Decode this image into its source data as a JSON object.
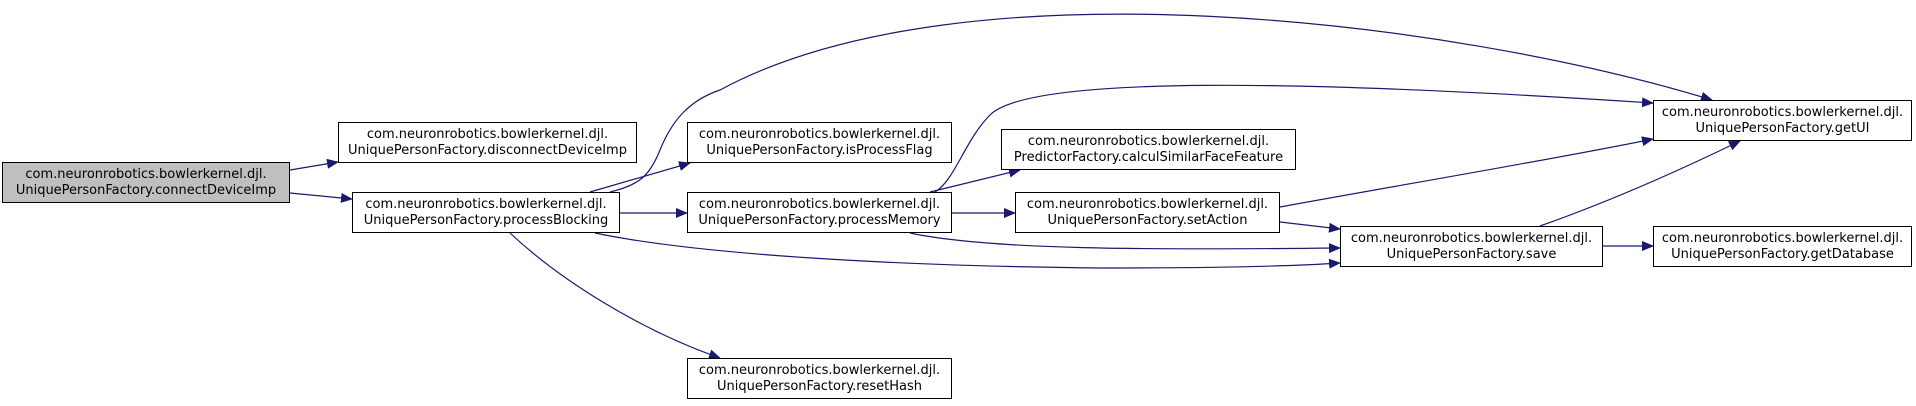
{
  "colors": {
    "edge": "#191970",
    "root_fill": "#bfbfbf",
    "node_fill": "#ffffff",
    "node_border": "#000000"
  },
  "nodes": {
    "connectDeviceImp": {
      "line1": "com.neuronrobotics.bowlerkernel.djl.",
      "line2": "UniquePersonFactory.connectDeviceImp"
    },
    "disconnectDeviceImp": {
      "line1": "com.neuronrobotics.bowlerkernel.djl.",
      "line2": "UniquePersonFactory.disconnectDeviceImp"
    },
    "processBlocking": {
      "line1": "com.neuronrobotics.bowlerkernel.djl.",
      "line2": "UniquePersonFactory.processBlocking"
    },
    "isProcessFlag": {
      "line1": "com.neuronrobotics.bowlerkernel.djl.",
      "line2": "UniquePersonFactory.isProcessFlag"
    },
    "processMemory": {
      "line1": "com.neuronrobotics.bowlerkernel.djl.",
      "line2": "UniquePersonFactory.processMemory"
    },
    "resetHash": {
      "line1": "com.neuronrobotics.bowlerkernel.djl.",
      "line2": "UniquePersonFactory.resetHash"
    },
    "calculSimilarFaceFeature": {
      "line1": "com.neuronrobotics.bowlerkernel.djl.",
      "line2": "PredictorFactory.calculSimilarFaceFeature"
    },
    "setAction": {
      "line1": "com.neuronrobotics.bowlerkernel.djl.",
      "line2": "UniquePersonFactory.setAction"
    },
    "getUI": {
      "line1": "com.neuronrobotics.bowlerkernel.djl.",
      "line2": "UniquePersonFactory.getUI"
    },
    "save": {
      "line1": "com.neuronrobotics.bowlerkernel.djl.",
      "line2": "UniquePersonFactory.save"
    },
    "getDatabase": {
      "line1": "com.neuronrobotics.bowlerkernel.djl.",
      "line2": "UniquePersonFactory.getDatabase"
    }
  },
  "edges": [
    {
      "from": "connectDeviceImp",
      "to": "disconnectDeviceImp"
    },
    {
      "from": "connectDeviceImp",
      "to": "processBlocking"
    },
    {
      "from": "processBlocking",
      "to": "getUI"
    },
    {
      "from": "processBlocking",
      "to": "isProcessFlag"
    },
    {
      "from": "processBlocking",
      "to": "processMemory"
    },
    {
      "from": "processBlocking",
      "to": "save"
    },
    {
      "from": "processBlocking",
      "to": "resetHash"
    },
    {
      "from": "processMemory",
      "to": "getUI"
    },
    {
      "from": "processMemory",
      "to": "calculSimilarFaceFeature"
    },
    {
      "from": "processMemory",
      "to": "setAction"
    },
    {
      "from": "processMemory",
      "to": "save"
    },
    {
      "from": "setAction",
      "to": "getUI"
    },
    {
      "from": "setAction",
      "to": "save"
    },
    {
      "from": "save",
      "to": "getUI"
    },
    {
      "from": "save",
      "to": "getDatabase"
    }
  ]
}
